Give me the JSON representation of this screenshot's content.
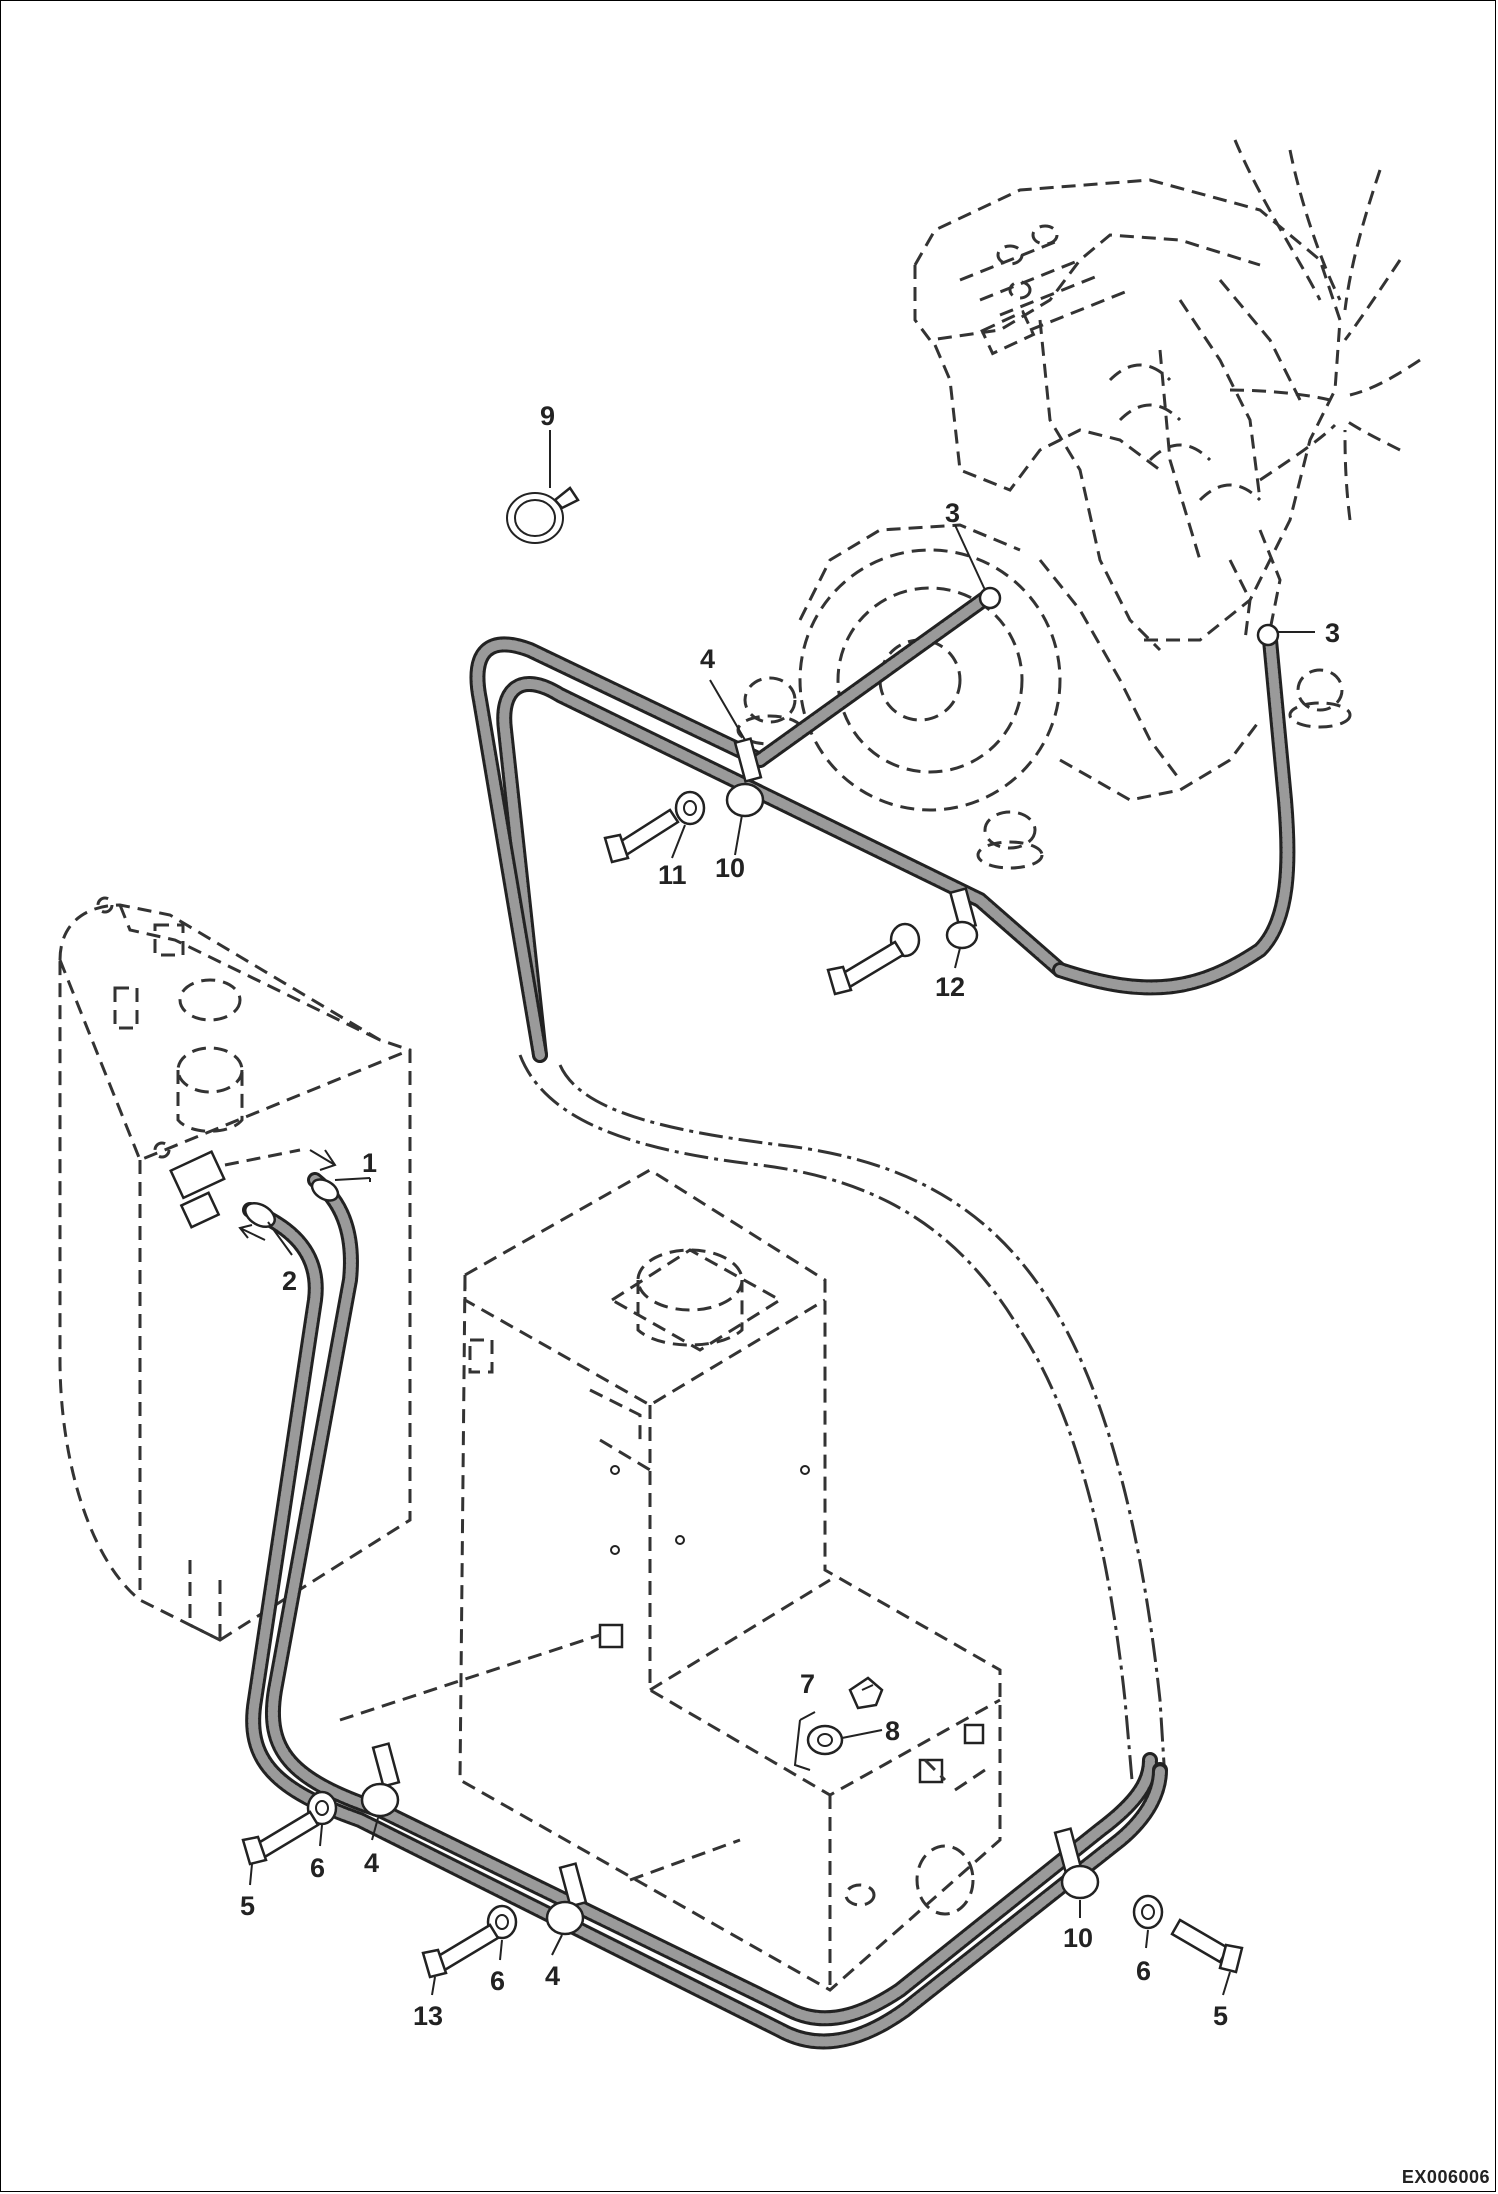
{
  "labels": [
    {
      "id": "p1",
      "text": "1"
    },
    {
      "id": "p2",
      "text": "2"
    },
    {
      "id": "p3a",
      "text": "3"
    },
    {
      "id": "p3b",
      "text": "3"
    },
    {
      "id": "p4a",
      "text": "4"
    },
    {
      "id": "p4b",
      "text": "4"
    },
    {
      "id": "p4c",
      "text": "4"
    },
    {
      "id": "p5a",
      "text": "5"
    },
    {
      "id": "p5b",
      "text": "5"
    },
    {
      "id": "p6a",
      "text": "6"
    },
    {
      "id": "p6b",
      "text": "6"
    },
    {
      "id": "p6c",
      "text": "6"
    },
    {
      "id": "p7",
      "text": "7"
    },
    {
      "id": "p8",
      "text": "8"
    },
    {
      "id": "p9",
      "text": "9"
    },
    {
      "id": "p10a",
      "text": "10"
    },
    {
      "id": "p10b",
      "text": "10"
    },
    {
      "id": "p11",
      "text": "11"
    },
    {
      "id": "p12",
      "text": "12"
    },
    {
      "id": "p13",
      "text": "13"
    }
  ],
  "doc_code": "EX006006"
}
